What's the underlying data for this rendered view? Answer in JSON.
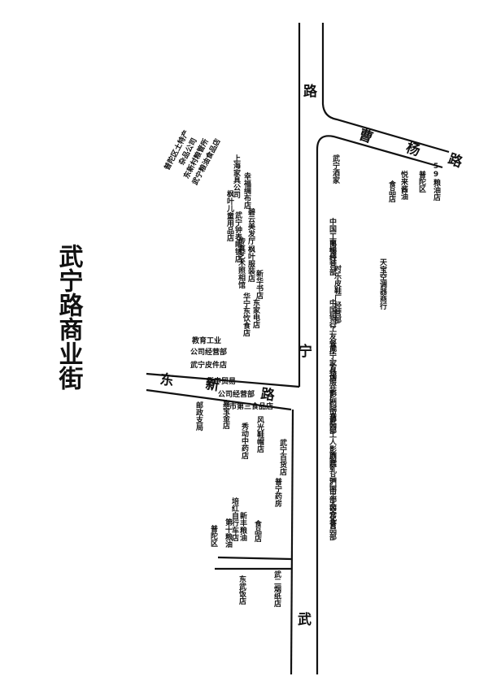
{
  "map": {
    "title": "武宁路商业街",
    "roads": {
      "main_upper": "路",
      "main_middle": "宁",
      "main_lower": "武",
      "cross_left_1": "东",
      "cross_left_2": "新",
      "cross_left_3": "路",
      "upper_right_1": "曹",
      "upper_right_2": "杨",
      "upper_right_3": "路"
    },
    "shops_left": {
      "a1": "普陀区土特产",
      "a2": "杂品公司",
      "a3": "东新村粮管所",
      "a4": "武宁粮油食品店",
      "b1": "上海家具公司",
      "b2": "幸福绸布店",
      "b3": "枫叶儿童用品店",
      "b4": "武宁钟表眼镜店",
      "b5": "碧云美发厅",
      "b6": "传真艺术照相馆",
      "b7": "枫叶服装店",
      "b8": "新华书店",
      "b9": "华宁东饮食店",
      "b10": "东家电店",
      "c1": "教育工业",
      "c2": "公司经营部",
      "c3": "武宁皮件店",
      "c4": "新申贸易",
      "c5": "公司经营部",
      "c6": "市第三食品店",
      "d1": "邮政支局",
      "d2": "嘉宝金店",
      "d3": "秀动中药店",
      "d4": "风光鞋帽店",
      "d5": "武宁百货店",
      "e1": "普宁药房",
      "e2": "培红自行车店",
      "e3": "普陀区",
      "e4": "第十粮油",
      "e5": "新丰粮油",
      "e6": "食品店",
      "f1": "东武饭店",
      "f2": "武二烟纸店"
    },
    "shops_right": {
      "r1": "武宁酒家",
      "r2": "悦来酱油",
      "r3": "食品店",
      "r4": "普陀区",
      "r5": "59粮油店",
      "r6": "中国工商银行",
      "r7": "电梯经营部",
      "r8": "时乐皮鞋厂经营部",
      "r9": "天宝空调器商行",
      "r10": "中国银行",
      "r11": "工友餐厅",
      "r12": "武宁家具店",
      "r13": "万福服装厂门市部",
      "r14": "影剧院食品部",
      "r15": "沪西工人影剧院",
      "r16": "西宫乳品门市部",
      "r17": "沪西工人文化宫",
      "r18": "西宫食品部"
    }
  }
}
